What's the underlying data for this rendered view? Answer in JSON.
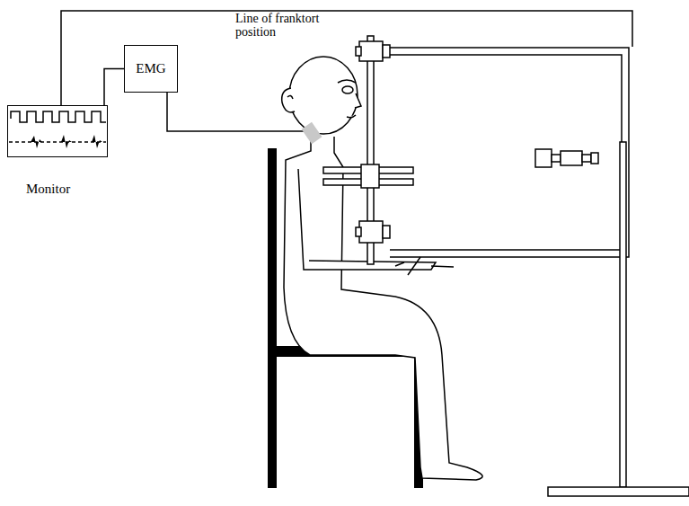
{
  "diagram": {
    "nodes": [
      {
        "text": [
          "EMG"
        ]
      },
      {
        "text": [
          "Monitor"
        ]
      }
    ],
    "edges": [
      {
        "from": 0,
        "to": 1,
        "arrow": "none"
      }
    ],
    "labels": [
      "Line of franktort position"
    ]
  }
}
